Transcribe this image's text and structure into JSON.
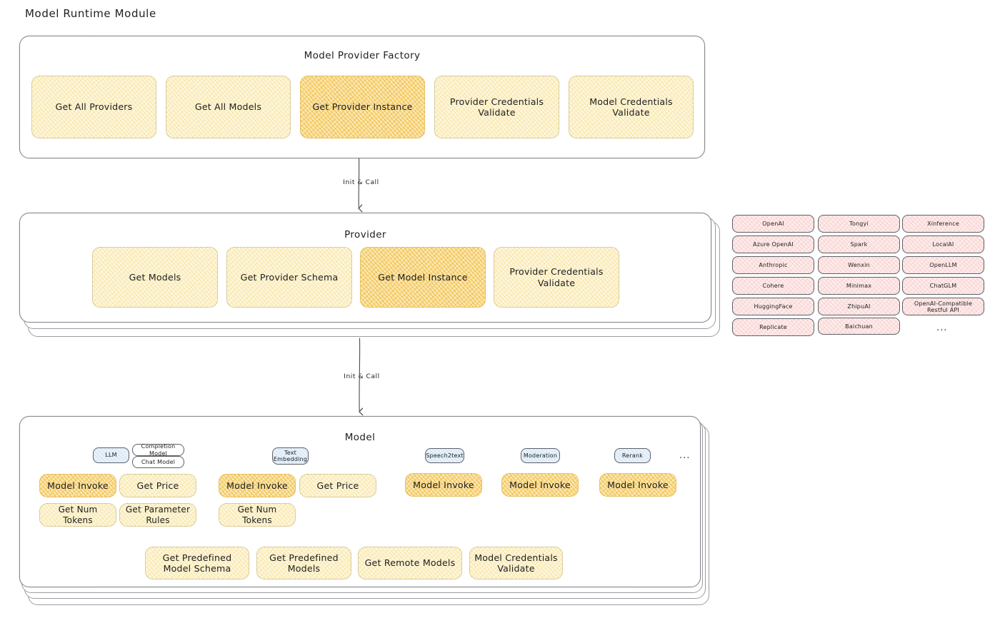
{
  "page": {
    "title": "Model Runtime Module"
  },
  "arrows": [
    {
      "label": "Init & Call"
    },
    {
      "label": "Init & Call"
    }
  ],
  "factory": {
    "title": "Model Provider Factory",
    "ops": [
      {
        "label": "Get All Providers",
        "highlighted": false
      },
      {
        "label": "Get All Models",
        "highlighted": false
      },
      {
        "label": "Get Provider Instance",
        "highlighted": true
      },
      {
        "label": "Provider Credentials Validate",
        "highlighted": false
      },
      {
        "label": "Model Credentials Validate",
        "highlighted": false
      }
    ]
  },
  "provider": {
    "title": "Provider",
    "ops": [
      {
        "label": "Get Models",
        "highlighted": false
      },
      {
        "label": "Get Provider Schema",
        "highlighted": false
      },
      {
        "label": "Get Model Instance",
        "highlighted": true
      },
      {
        "label": "Provider Credentials Validate",
        "highlighted": false
      }
    ]
  },
  "provider_list": {
    "columns": [
      {
        "items": [
          "OpenAI",
          "Azure OpenAI",
          "Anthropic",
          "Cohere",
          "HuggingFace",
          "Replicate"
        ]
      },
      {
        "items": [
          "Tongyi",
          "Spark",
          "Wenxin",
          "Minimax",
          "ZhipuAI",
          "Baichuan"
        ]
      },
      {
        "items": [
          "Xinference",
          "LocalAI",
          "OpenLLM",
          "ChatGLM",
          "OpenAI-Compatible Restful API"
        ]
      }
    ],
    "more": "..."
  },
  "model": {
    "title": "Model",
    "more": "...",
    "groups": [
      {
        "tag": "LLM",
        "subtags": [
          "Completion Model",
          "Chat Model"
        ],
        "ops": [
          {
            "label": "Model Invoke",
            "highlighted": true
          },
          {
            "label": "Get Price",
            "highlighted": false
          },
          {
            "label": "Get Num Tokens",
            "highlighted": false
          },
          {
            "label": "Get Parameter Rules",
            "highlighted": false
          }
        ]
      },
      {
        "tag": "Text Embedding",
        "subtags": [],
        "ops": [
          {
            "label": "Model Invoke",
            "highlighted": true
          },
          {
            "label": "Get Price",
            "highlighted": false
          },
          {
            "label": "Get Num Tokens",
            "highlighted": false
          }
        ]
      },
      {
        "tag": "Speech2text",
        "subtags": [],
        "ops": [
          {
            "label": "Model Invoke",
            "highlighted": true
          }
        ]
      },
      {
        "tag": "Moderation",
        "subtags": [],
        "ops": [
          {
            "label": "Model Invoke",
            "highlighted": true
          }
        ]
      },
      {
        "tag": "Rerank",
        "subtags": [],
        "ops": [
          {
            "label": "Model Invoke",
            "highlighted": true
          }
        ]
      }
    ],
    "common_ops": [
      {
        "label": "Get Predefined Model Schema"
      },
      {
        "label": "Get Predefined Models"
      },
      {
        "label": "Get Remote Models"
      },
      {
        "label": "Model Credentials Validate"
      }
    ]
  },
  "colors": {
    "op_fill": "#fdf6dd",
    "op_fill_highlight": "#fbe7b4",
    "provider_fill": "#fdeceb",
    "tag_fill": "#e8f2fb",
    "stroke": "#5e6066",
    "panel_stroke": "#888b8f"
  }
}
